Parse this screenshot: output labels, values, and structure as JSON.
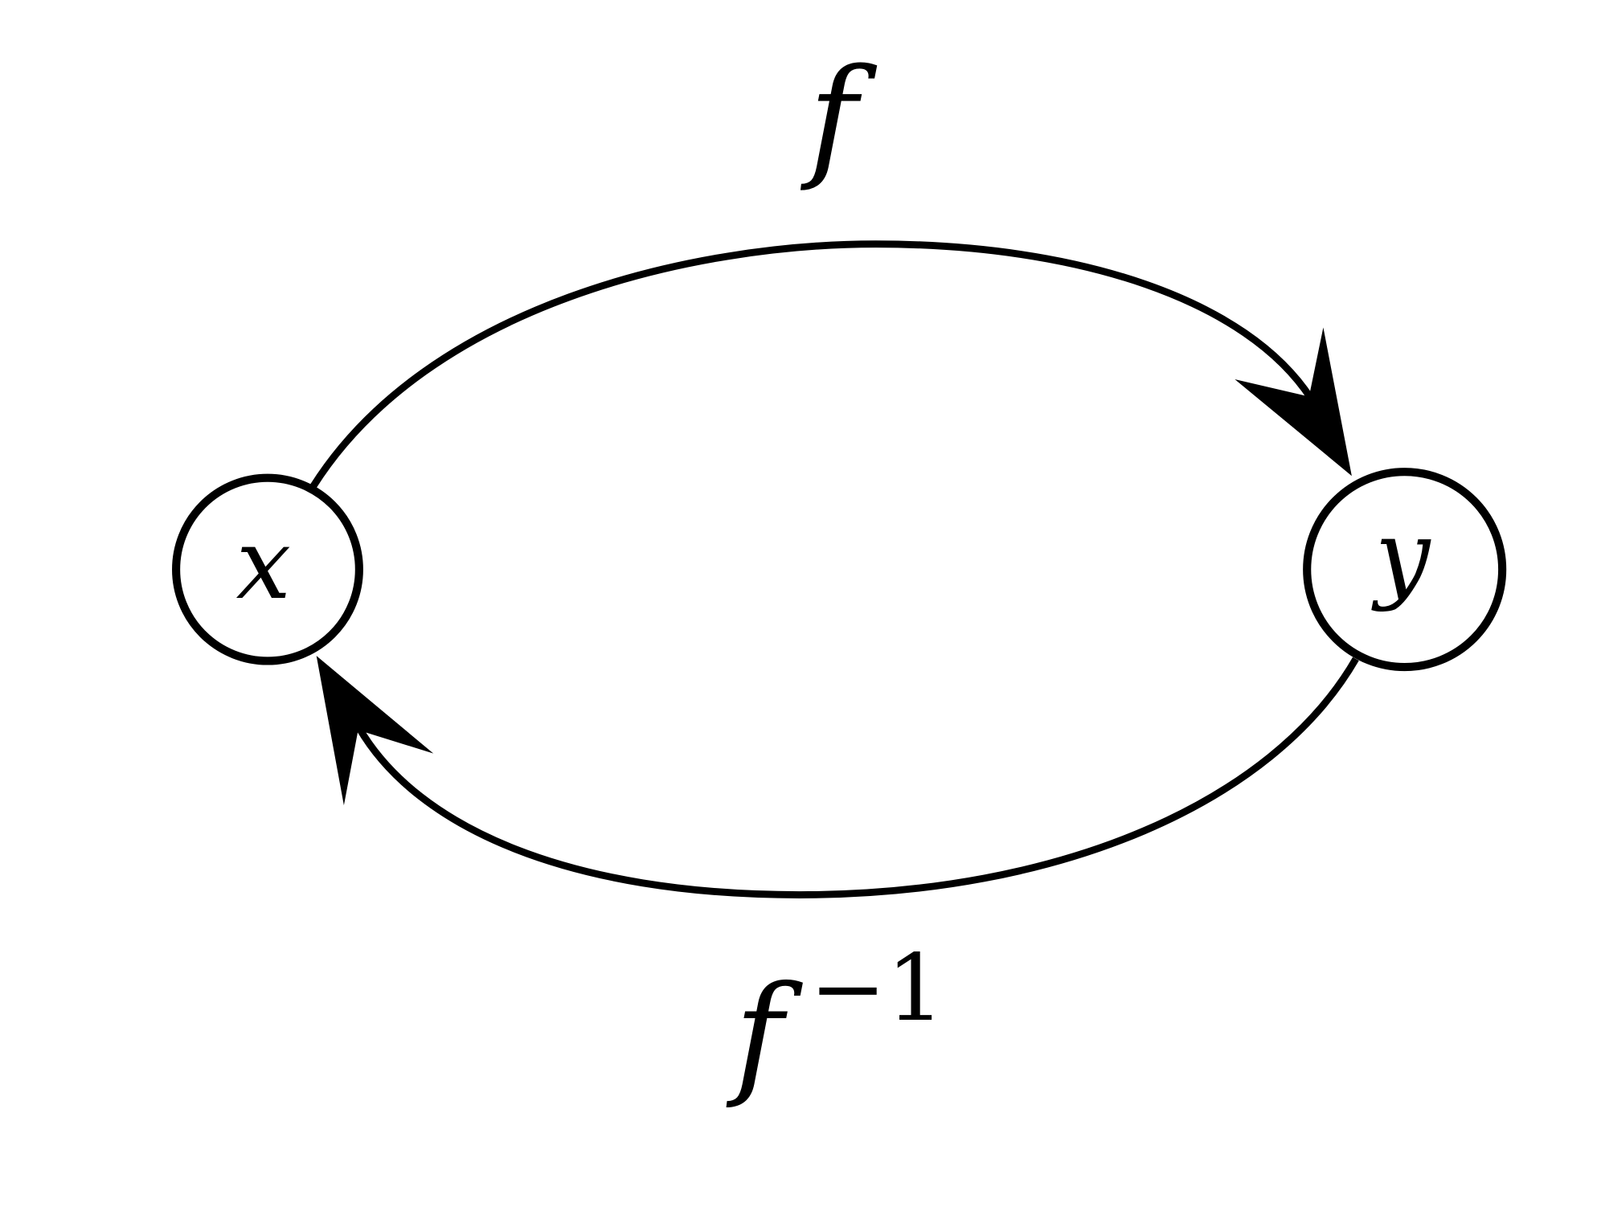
{
  "diagram": {
    "nodes": [
      {
        "id": "x",
        "label": "x"
      },
      {
        "id": "y",
        "label": "y"
      }
    ],
    "edges": [
      {
        "from": "x",
        "to": "y",
        "label": "f"
      },
      {
        "from": "y",
        "to": "x",
        "label": "f",
        "superscript": "−1"
      }
    ],
    "colors": {
      "stroke": "#000000",
      "background": "#ffffff"
    }
  }
}
